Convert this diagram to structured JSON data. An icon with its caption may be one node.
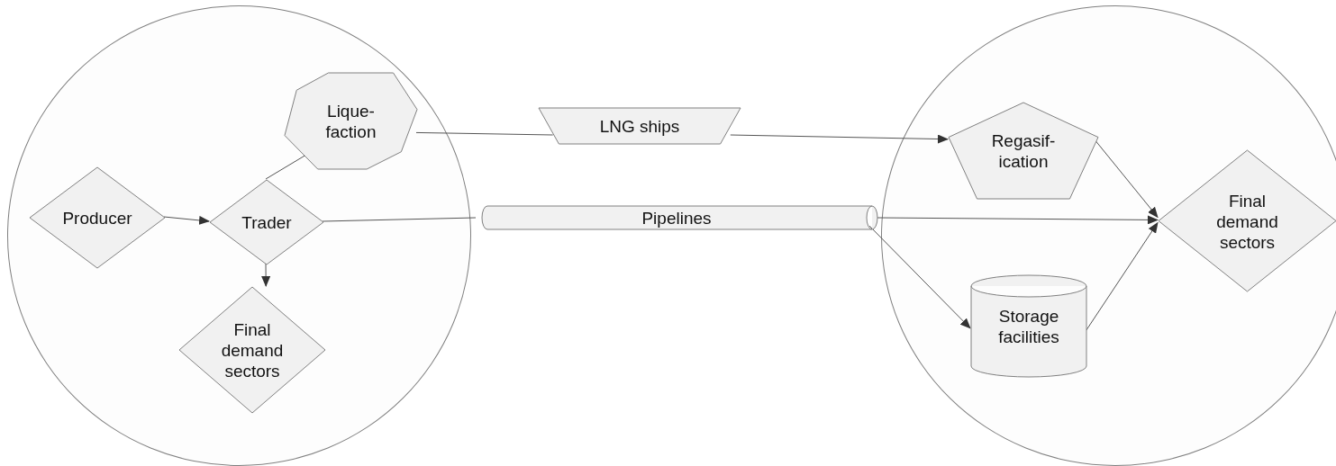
{
  "diagram": {
    "nodes": [
      {
        "text": [],
        "shape": "circle"
      },
      {
        "text": [
          "Lique- faction"
        ],
        "in": 0
      },
      {
        "text": [
          "Producer"
        ],
        "in": 0
      },
      {
        "text": [
          "Trader"
        ],
        "in": 0
      },
      {
        "text": [
          "Final demand sectors"
        ],
        "in": 0
      },
      {
        "text": [
          "LNG ships"
        ]
      },
      {
        "text": [
          "Pipelines"
        ]
      },
      {
        "text": [],
        "shape": "circle"
      },
      {
        "text": [
          "Regasif- ication"
        ],
        "in": 7
      },
      {
        "text": [
          "Final demand sectors"
        ],
        "in": 7
      },
      {
        "text": [
          "Storage facilities"
        ],
        "in": 7
      }
    ],
    "edges": [
      {
        "from": 2,
        "to": 3,
        "arrow": "to"
      },
      {
        "from": 3,
        "to": 4,
        "arrow": "to"
      },
      {
        "from": 3,
        "to": 1,
        "arrow": "none"
      },
      {
        "from": 1,
        "to": 5,
        "arrow": "none"
      },
      {
        "from": 5,
        "to": 8,
        "arrow": "to"
      },
      {
        "from": 3,
        "to": 6,
        "arrow": "none"
      },
      {
        "from": 6,
        "to": 9,
        "arrow": "to"
      },
      {
        "from": 6,
        "to": 10,
        "arrow": "to"
      },
      {
        "from": 8,
        "to": 9,
        "arrow": "to"
      },
      {
        "from": 10,
        "to": 9,
        "arrow": "to"
      }
    ]
  }
}
